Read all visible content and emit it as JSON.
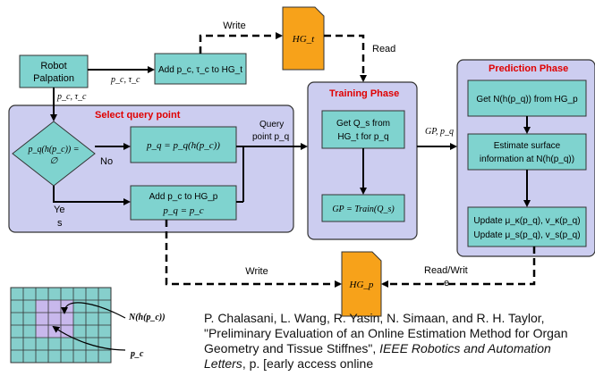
{
  "nodes": {
    "robot": [
      "Robot",
      "Palpation"
    ],
    "add_hgt": "Add p_c, τ_c to HG_t",
    "hgt": "HG_t",
    "hgp": "HG_p",
    "select_decision": [
      "p_q(h(p_c)) =",
      "∅"
    ],
    "assign_pq": "p_q = p_q(h(p_c))",
    "add_hgp": [
      "Add p_c to HG_p",
      "p_q = p_c"
    ],
    "get_qs": [
      "Get Q_s from",
      "HG_t for p_q"
    ],
    "train": "GP = Train(Q_s)",
    "get_n": "Get N(h(p_q)) from HG_p",
    "estimate": [
      "Estimate surface",
      "information at N(h(p_q))"
    ],
    "update": [
      "Update μ_κ(p_q), v_κ(p_q)",
      "Update μ_s(p_q), v_s(p_q)"
    ]
  },
  "sections": {
    "select": "Select query point",
    "training": "Training Phase",
    "prediction": "Prediction Phase"
  },
  "edges": {
    "write_top": "Write",
    "read_top": "Read",
    "pc_tc_right": "p_c, τ_c",
    "pc_tc_down": "p_c, τ_c",
    "no": "No",
    "yes": [
      "Ye",
      "s"
    ],
    "query": [
      "Query",
      "point p_q"
    ],
    "gp_pq": "GP, p_q",
    "write_bottom": "Write",
    "read_write": [
      "Read/Writ",
      "e"
    ]
  },
  "grid_labels": {
    "neighborhood": "N(h(p_c))",
    "point": "p_c"
  },
  "citation": {
    "authors": "P. Chalasani, L. Wang, R. Yasin, N. Simaan, and R. H. Taylor, \"Preliminary Evaluation of an Online Estimation Method for Organ Geometry and Tissue Stiffnes\", ",
    "journal": "IEEE Robotics and Automation Letters",
    "tail": ", p. [early access online"
  },
  "colors": {
    "process_fill": "#7fd3cf",
    "region_fill": "#cccdf0",
    "doc_fill": "#f7a21a",
    "section_title": "#e00000",
    "grid_fill": "#86cfcc",
    "grid_highlight": "#c8b8ec"
  }
}
